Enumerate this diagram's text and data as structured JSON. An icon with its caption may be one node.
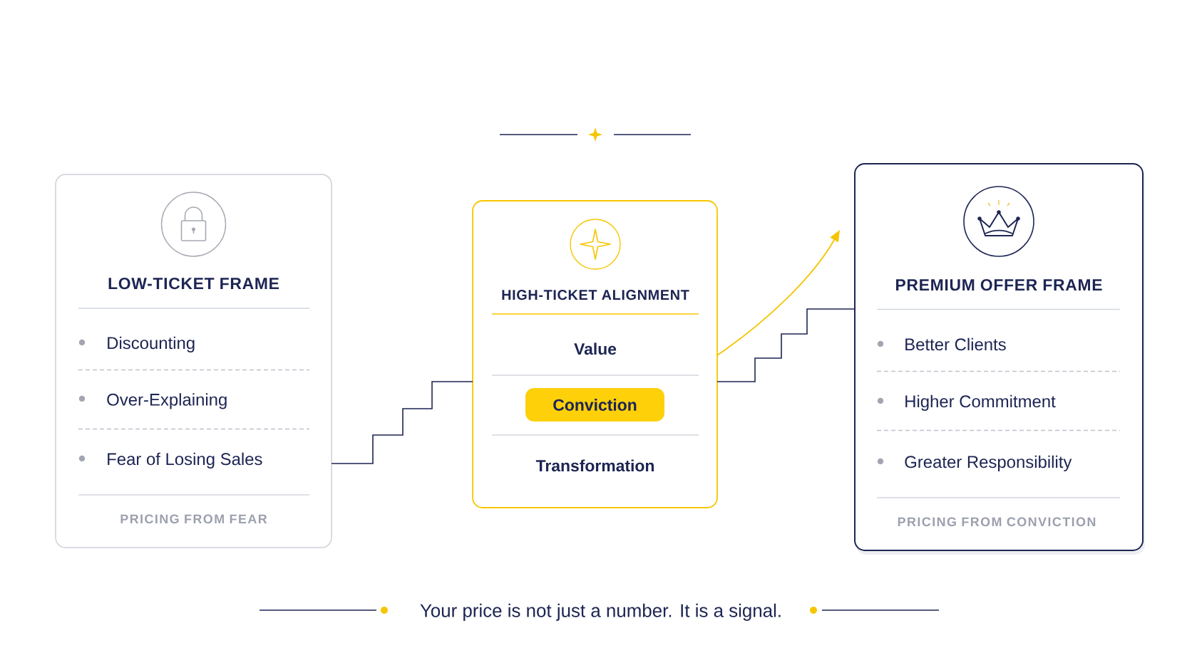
{
  "diagram": {
    "caption": "Your price is not just a number. It is a signal.",
    "nodes": [
      {
        "text": [
          "LOW-TICKET FRAME",
          "Discounting",
          "Over-Explaining",
          "Fear of Losing Sales",
          "PRICING FROM FEAR"
        ]
      },
      {
        "text": [
          "HIGH-TICKET ALIGNMENT",
          "Value",
          "Transformation"
        ]
      },
      {
        "text": [
          "Conviction"
        ],
        "in": 1
      },
      {
        "text": [
          "PREMIUM OFFER FRAME",
          "Better Clients",
          "Higher Commitment",
          "Greater Responsibility",
          "PRICING FROM CONVICTION"
        ]
      }
    ],
    "edges": [
      {
        "from": 0,
        "to": 1,
        "arrow": "none"
      },
      {
        "from": 1,
        "to": 3,
        "arrow": "none"
      },
      {
        "from": 1,
        "to": null,
        "arrow": "to",
        "color": "#f5c400"
      }
    ]
  }
}
